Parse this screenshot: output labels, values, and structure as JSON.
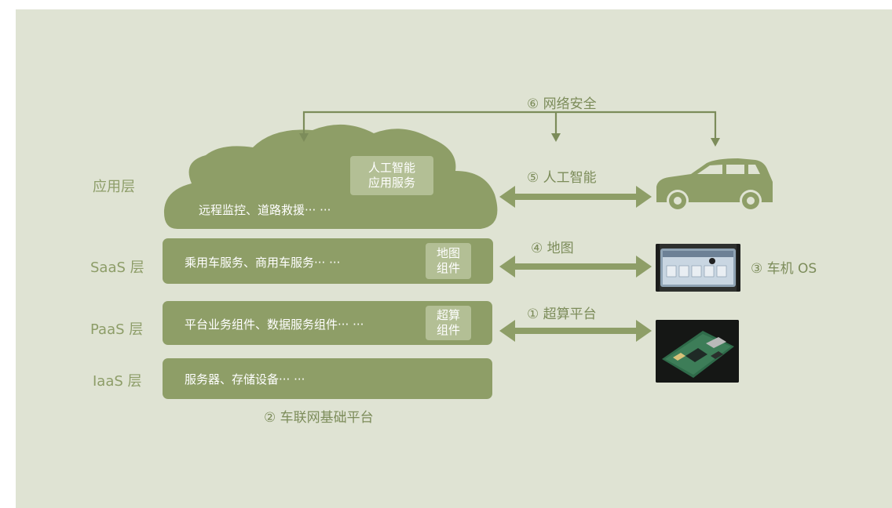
{
  "top": {
    "security": "⑥  网络安全",
    "ai_link": "⑤  人工智能",
    "map_link": "④  地图",
    "compute_link": "①  超算平台",
    "os_label": "③  车机 OS",
    "platform_label": "②  车联网基础平台"
  },
  "layers": {
    "app": "应用层",
    "saas": "SaaS 层",
    "paas": "PaaS 层",
    "iaas": "IaaS 层"
  },
  "cloud": {
    "text": "远程监控、道路救援··· ···",
    "chip_line1": "人工智能",
    "chip_line2": "应用服务"
  },
  "saas_bar": {
    "text": "乘用车服务、商用车服务··· ···",
    "chip_line1": "地图",
    "chip_line2": "组件"
  },
  "paas_bar": {
    "text": "平台业务组件、数据服务组件··· ···",
    "chip_line1": "超算",
    "chip_line2": "组件"
  },
  "iaas_bar": {
    "text": "服务器、存储设备··· ···"
  },
  "colors": {
    "background": "#dfe3d3",
    "primary": "#8e9e67",
    "chip": "#b3bf95",
    "label": "#8d9d68"
  }
}
